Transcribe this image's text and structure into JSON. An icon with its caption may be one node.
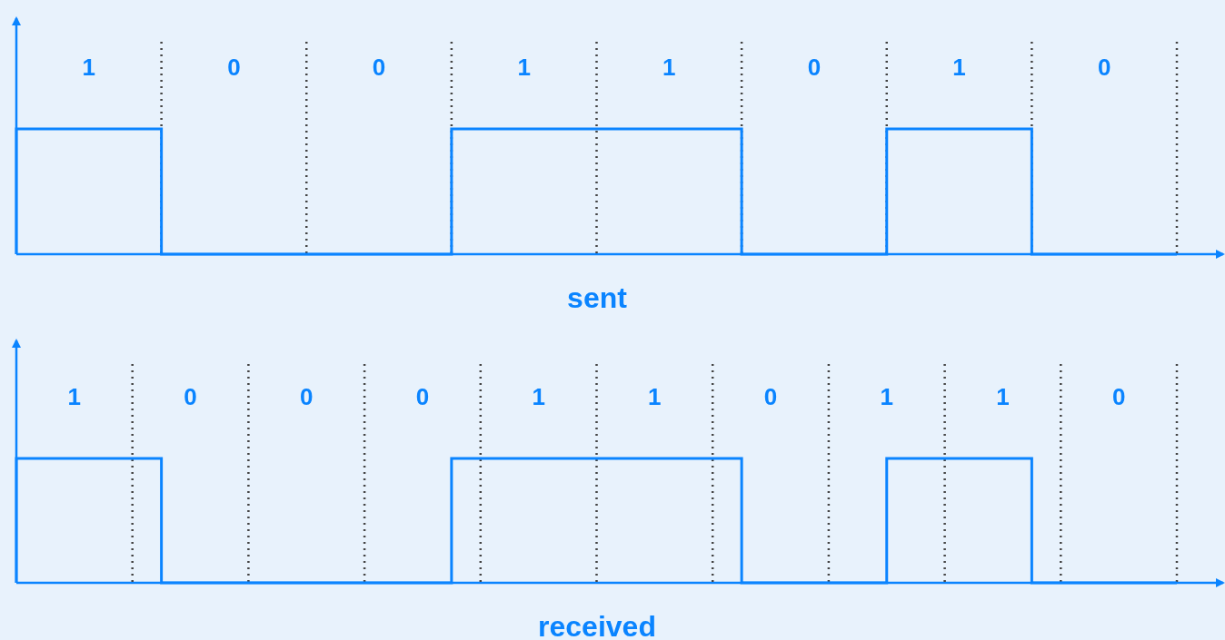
{
  "diagram": {
    "labels": [
      "1",
      "0",
      "0",
      "1",
      "1",
      "0",
      "1",
      "0",
      "sent",
      "1",
      "0",
      "0",
      "0",
      "1",
      "1",
      "0",
      "1",
      "1",
      "0",
      "received"
    ]
  }
}
